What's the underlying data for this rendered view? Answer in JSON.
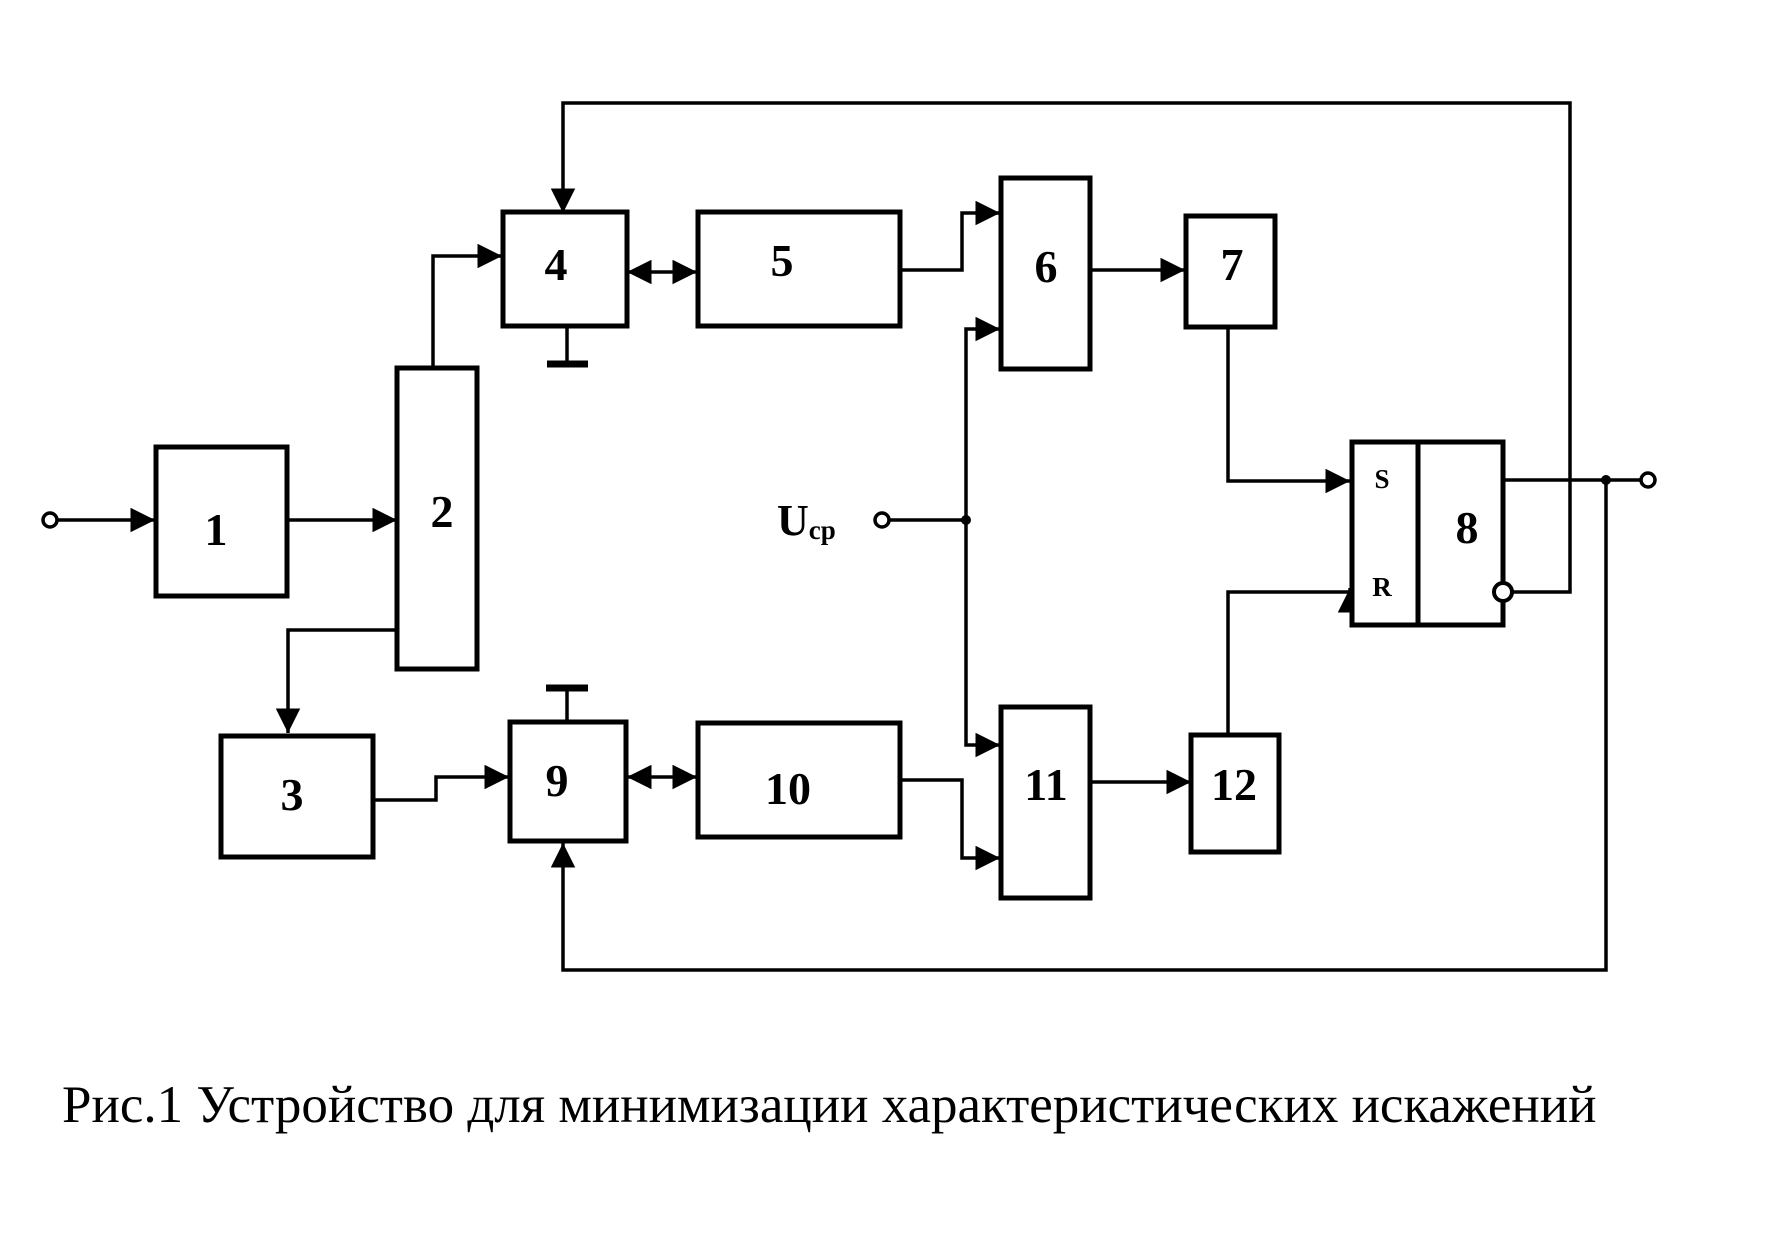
{
  "blocks": {
    "b1": "1",
    "b2": "2",
    "b3": "3",
    "b4": "4",
    "b5": "5",
    "b6": "6",
    "b7": "7",
    "b8": "8",
    "b9": "9",
    "b10": "10",
    "b11": "11",
    "b12": "12"
  },
  "trigger_pins": {
    "s": "S",
    "r": "R"
  },
  "reference_input": {
    "label": "U",
    "subscript": "ср"
  },
  "caption": "Рис.1 Устройство для минимизации характеристических искажений"
}
